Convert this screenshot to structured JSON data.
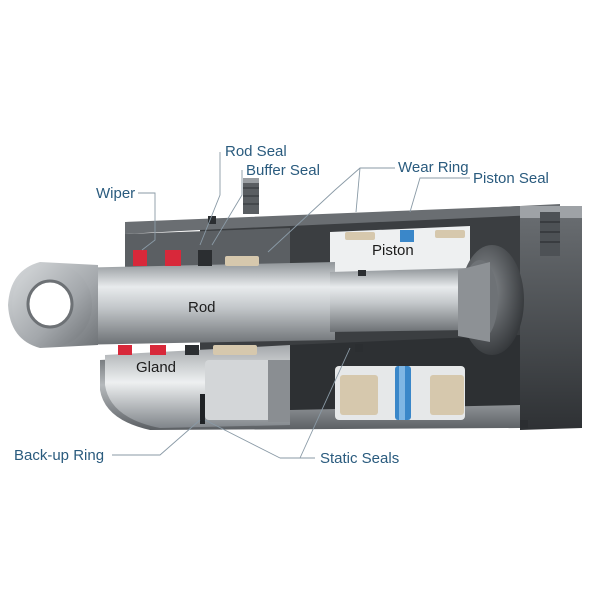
{
  "labels": {
    "rod_seal": "Rod Seal",
    "buffer_seal": "Buffer Seal",
    "wear_ring": "Wear Ring",
    "piston_seal": "Piston Seal",
    "wiper": "Wiper",
    "piston": "Piston",
    "rod": "Rod",
    "gland": "Gland",
    "backup_ring": "Back-up Ring",
    "static_seals": "Static Seals"
  },
  "colors": {
    "label_text": "#2a5b7e",
    "part_text": "#1c1c1c",
    "red_seal": "#d8283a",
    "blue_seal": "#3a87c9",
    "wear_ring": "#d6c8ad",
    "housing_dark": "#3a3d40",
    "steel": "#c4c8cb"
  }
}
